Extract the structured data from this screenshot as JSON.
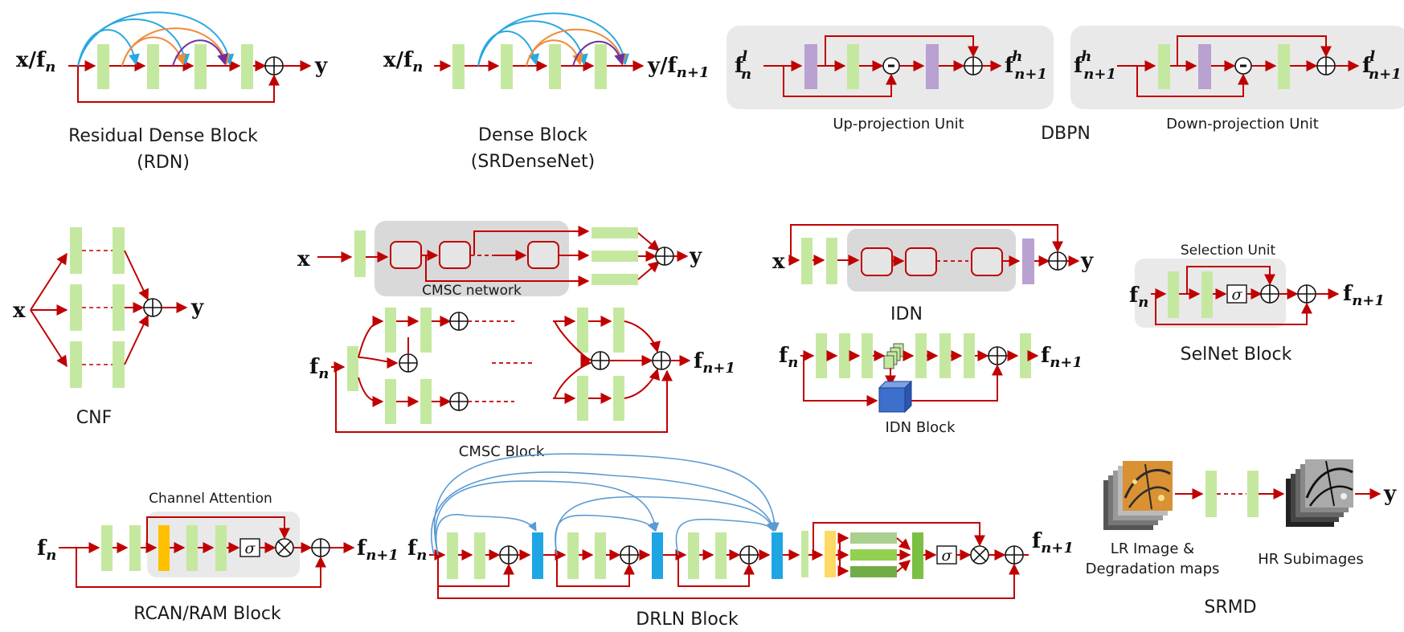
{
  "captions": {
    "rdn_line1": "Residual Dense Block",
    "rdn_line2": "(RDN)",
    "dense_line1": "Dense Block",
    "dense_line2": "(SRDenseNet)",
    "up_unit": "Up-projection Unit",
    "down_unit": "Down-projection Unit",
    "dbpn": "DBPN",
    "cnf": "CNF",
    "cmsc_network": "CMSC network",
    "cmsc_block": "CMSC Block",
    "idn": "IDN",
    "idn_block": "IDN Block",
    "selection_unit": "Selection Unit",
    "selnet_block": "SelNet Block",
    "channel_attention": "Channel Attention",
    "rcan_block": "RCAN/RAM Block",
    "drln_block": "DRLN Block",
    "lr_line1": "LR Image  &",
    "lr_line2": "Degradation maps",
    "hr_sub": "HR Subimages",
    "srmd": "SRMD"
  },
  "symbols": {
    "x": "x",
    "y": "y",
    "x_over": "x/",
    "y_over": "y/",
    "f": "f",
    "n": "n",
    "n_plus_1": "n+1",
    "l": "l",
    "h": "h",
    "sigma": "σ",
    "minus": "-"
  },
  "colors": {
    "conv": "#c5e8a0",
    "projection": "#b9a1d1",
    "arrow": "#c00000",
    "skip_blue": "#29a9e0",
    "skip_orange": "#f08a3a",
    "skip_purple": "#7030a0",
    "drln_blue": "#1ea6e4",
    "attention_orange": "#ffc000",
    "attention_yellow": "#ffd966",
    "panel": "#e9e9e9",
    "cube": "#3d6fcc"
  }
}
